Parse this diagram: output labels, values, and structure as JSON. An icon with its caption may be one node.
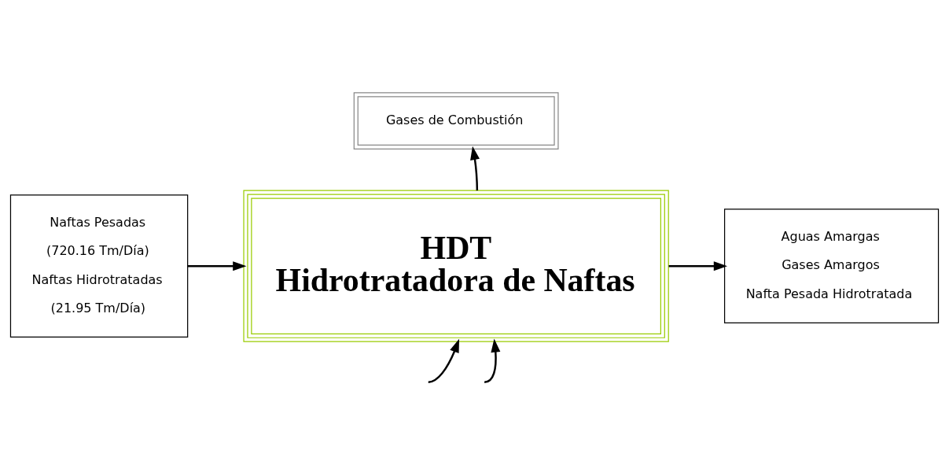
{
  "diagram": {
    "nodes": [
      {
        "text": [
          "Gases de Combustión"
        ]
      },
      {
        "text": [
          "Naftas Pesadas",
          "(720.16 Tm/Día)",
          "Naftas Hidrotratadas",
          "(21.95 Tm/Día)"
        ]
      },
      {
        "text": [
          "HDT",
          "Hidrotratadora de Naftas"
        ]
      },
      {
        "text": [
          "Aguas Amargas",
          "Gases Amargos",
          "Nafta Pesada Hidrotratada"
        ]
      }
    ],
    "edges": [
      {
        "from": 2,
        "to": 0,
        "arrow": "to"
      },
      {
        "from": 1,
        "to": 2,
        "arrow": "to"
      },
      {
        "from": 2,
        "to": 3,
        "arrow": "to"
      },
      {
        "from": null,
        "to": 2,
        "arrow": "to"
      },
      {
        "from": null,
        "to": 2,
        "arrow": "to"
      }
    ]
  }
}
